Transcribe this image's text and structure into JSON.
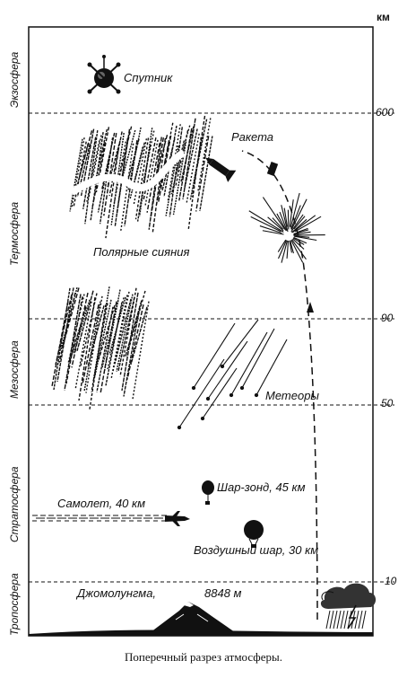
{
  "unit": "км",
  "layers": [
    "Экзосфера",
    "Термосфера",
    "Мезосфера",
    "Стратосфера",
    "Тропосфера"
  ],
  "altitudes": [
    "600",
    "90",
    "50",
    "10"
  ],
  "objects": {
    "satellite": "Спутник",
    "rocket": "Ракета",
    "aurora": "Полярные сияния",
    "meteors": "Метеоры",
    "probe": "Шар-зонд, 45 км",
    "plane": "Самолет, 40 км",
    "balloon": "Воздушный шар, 30 км",
    "everest": "Джомолунгма,",
    "everest_height": "8848 м"
  },
  "caption": "Поперечный разрез атмосферы.",
  "colors": {
    "ink": "#111111",
    "paper": "#ffffff"
  }
}
